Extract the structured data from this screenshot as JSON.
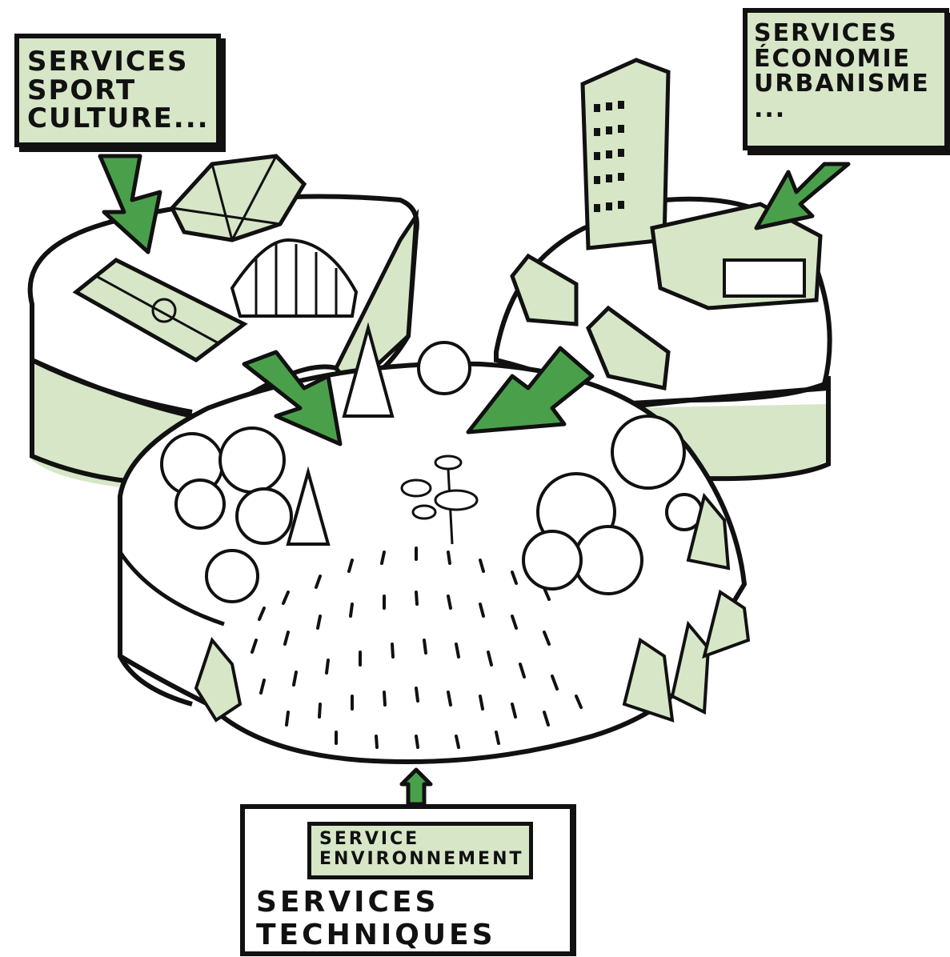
{
  "boxes": {
    "sport": {
      "lines": [
        "Services",
        "sport",
        "culture..."
      ]
    },
    "economie": {
      "lines": [
        "Services",
        "économie",
        "urbanisme",
        "..."
      ]
    },
    "environnement": {
      "lines": [
        "Service",
        "environnement"
      ]
    },
    "techniques": {
      "lines": [
        "Services",
        "techniques"
      ]
    }
  },
  "colors": {
    "fill_light": "#d6e6c7",
    "arrow_green": "#4aa04a",
    "ink": "#111111"
  }
}
